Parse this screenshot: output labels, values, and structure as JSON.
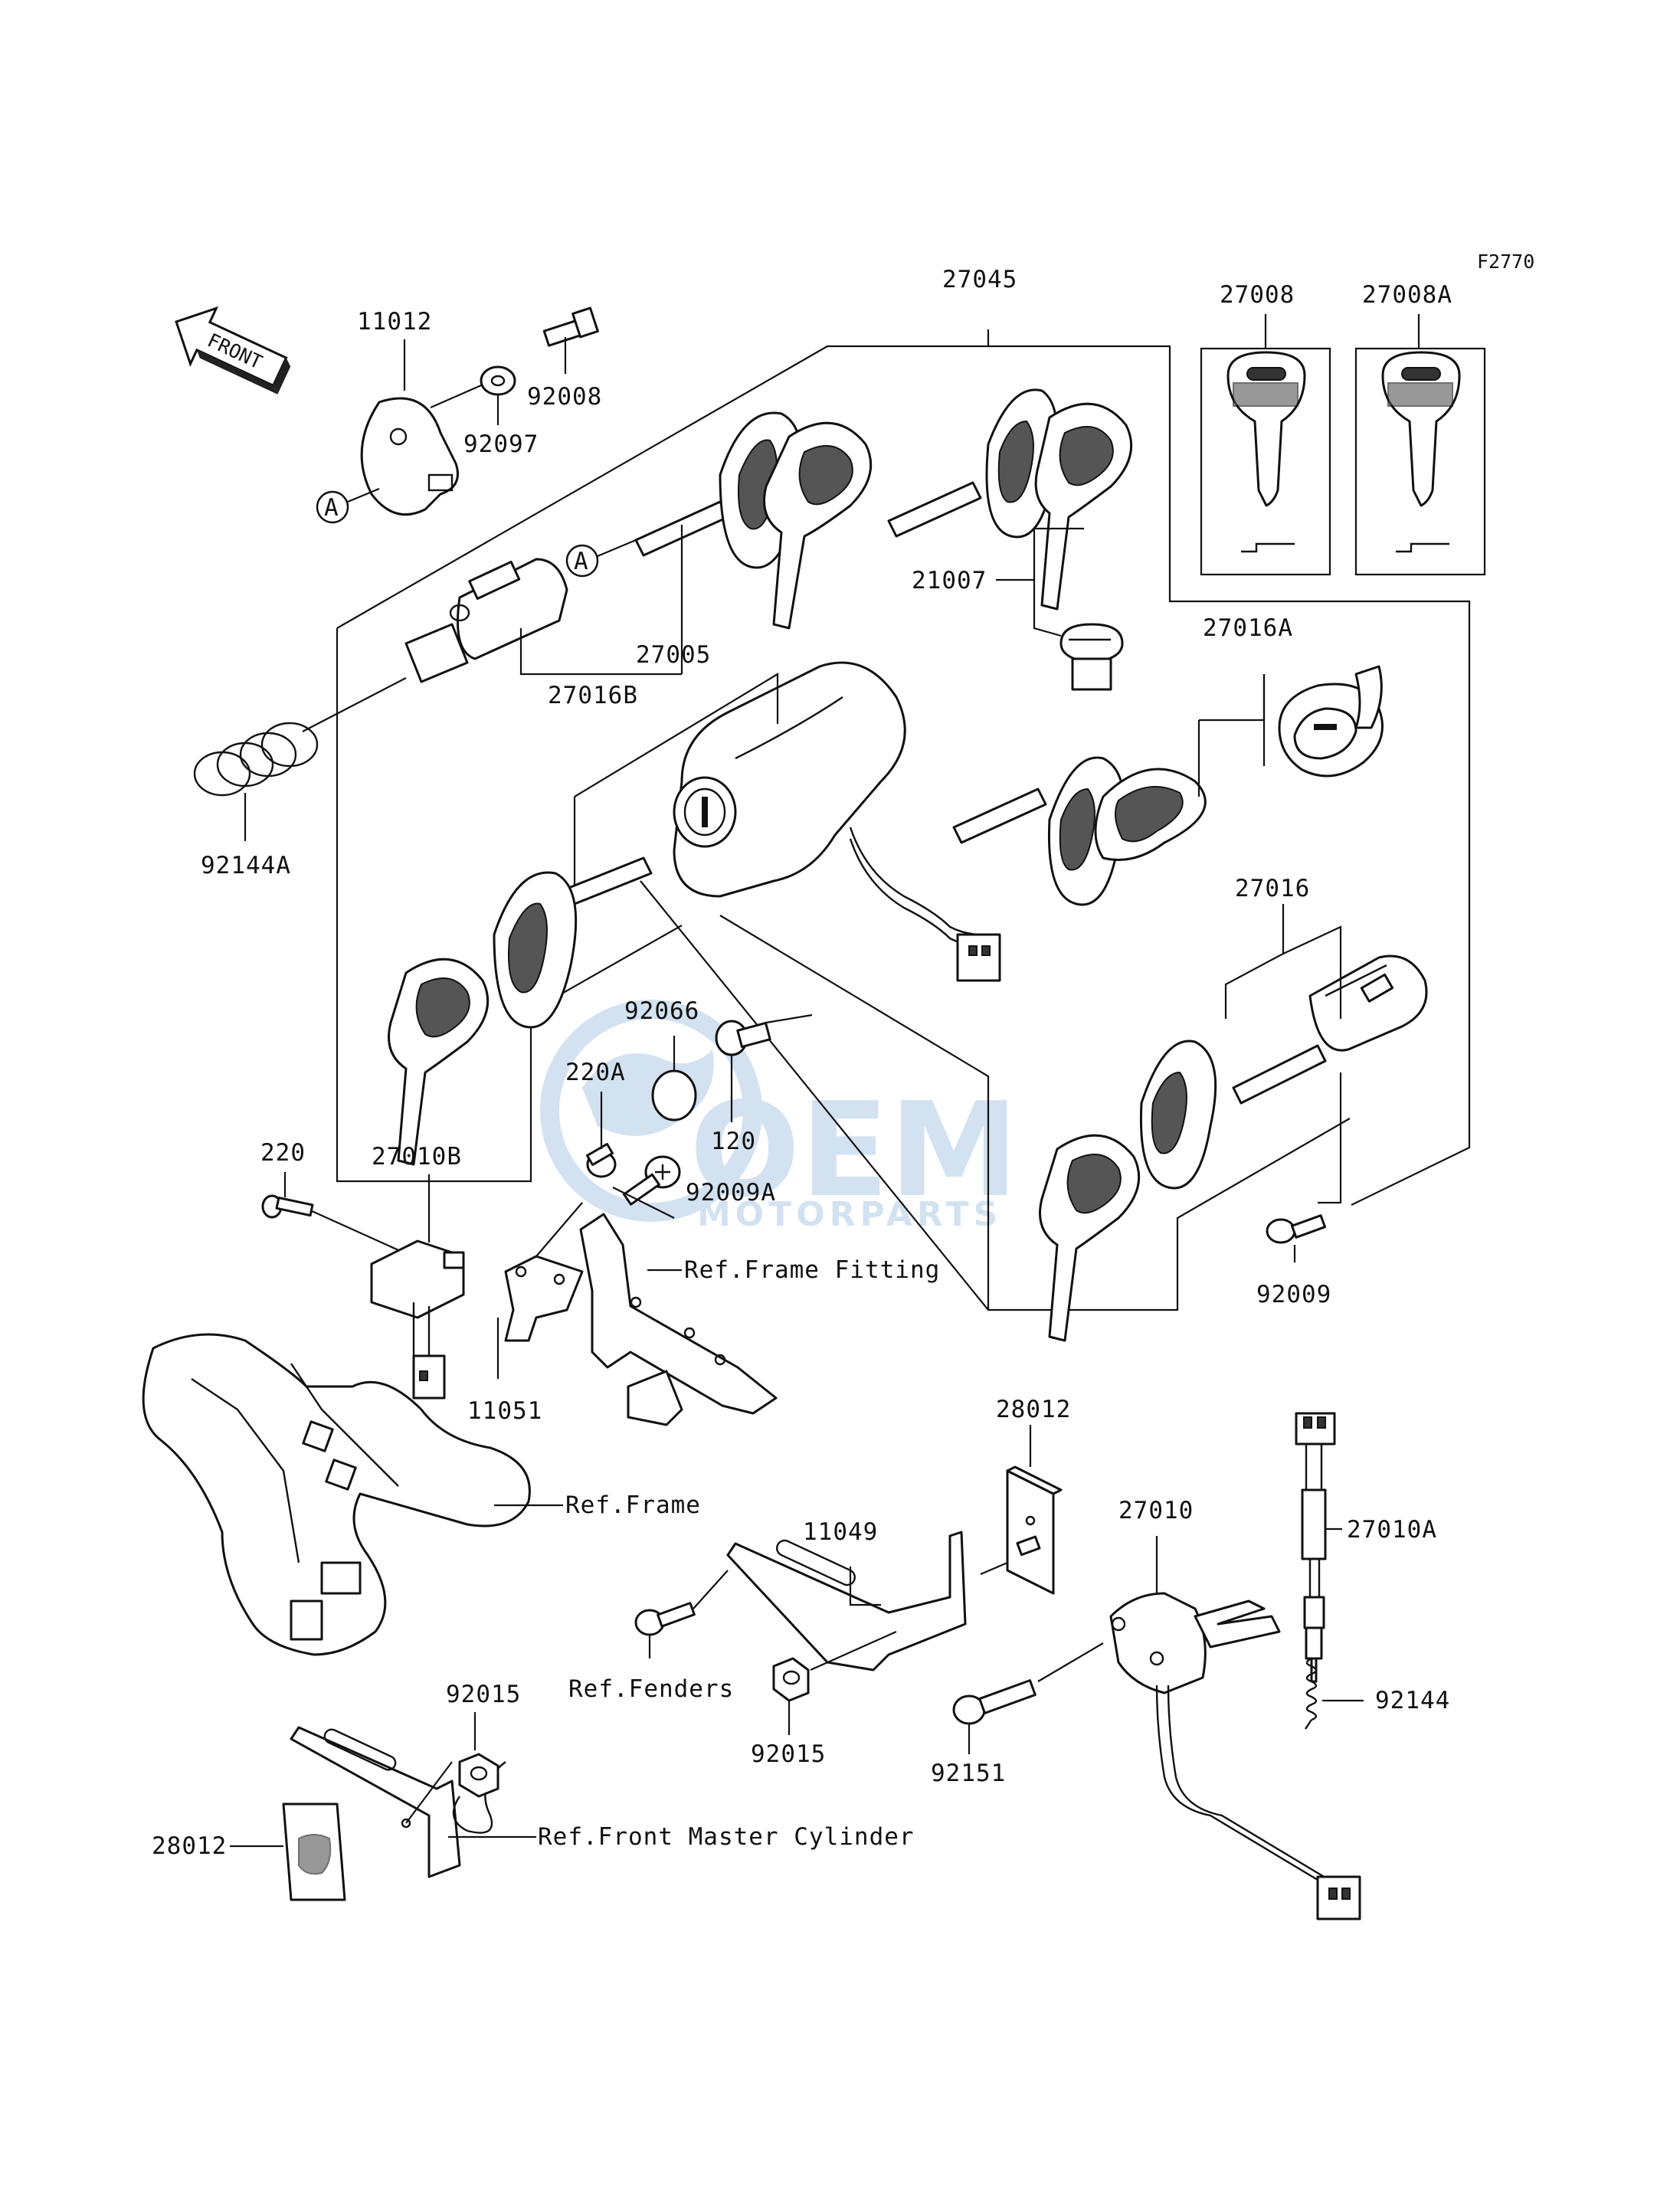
{
  "diagram_code": "F2770",
  "front_arrow": {
    "text": "FRONT",
    "icon": "front-arrow-icon"
  },
  "parts": {
    "p11012": "11012",
    "p92008": "92008",
    "p92097": "92097",
    "p27045": "27045",
    "p27008": "27008",
    "p27008A": "27008A",
    "p21007": "21007",
    "p27016B": "27016B",
    "p27005": "27005",
    "p27016A": "27016A",
    "p92144A": "92144A",
    "p27016": "27016",
    "p92066": "92066",
    "p220A": "220A",
    "p120": "120",
    "p92009A": "92009A",
    "p220": "220",
    "p27010B": "27010B",
    "p92009": "92009",
    "p11051": "11051",
    "p28012_upper": "28012",
    "p11049": "11049",
    "p27010": "27010",
    "p27010A": "27010A",
    "p92015_mid": "92015",
    "p92015_left": "92015",
    "p92151": "92151",
    "p92144": "92144",
    "p28012_lower": "28012"
  },
  "refs": {
    "frame_fitting": "Ref.Frame Fitting",
    "frame": "Ref.Frame",
    "fenders": "Ref.Fenders",
    "front_master_cylinder": "Ref.Front Master Cylinder"
  },
  "markers": {
    "a1": "A",
    "a2": "A"
  },
  "watermark": {
    "brand": "OEM",
    "sub": "MOTORPARTS"
  }
}
